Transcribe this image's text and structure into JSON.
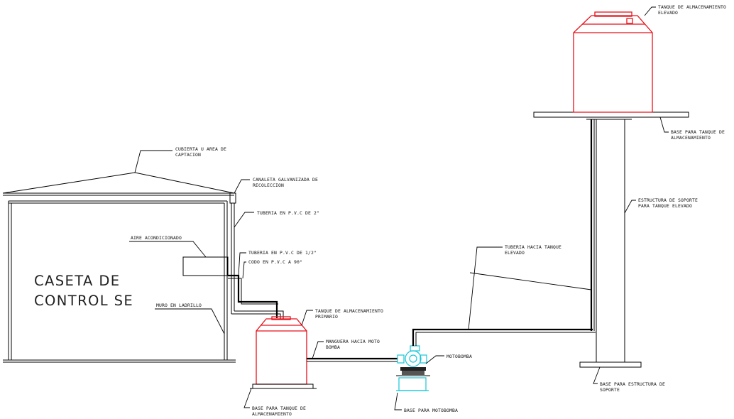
{
  "caseta": {
    "line1": "CASETA DE",
    "line2": "CONTROL SE"
  },
  "labels": {
    "cubierta": [
      "CUBIERTA U AREA DE",
      "CAPTACION"
    ],
    "canaleta": [
      "CANALETA GALVANIZADA DE",
      "RECOLECCION"
    ],
    "tuberia_2": [
      "TUBERIA EN P.V.C DE 2\""
    ],
    "aire": [
      "AIRE ACONDICIONADO"
    ],
    "tuberia_half": [
      "TUBERIA EN P.V.C DE 1/2\""
    ],
    "codo": [
      "CODO EN P.V.C A 90°"
    ],
    "muro": [
      "MURO EN LADRILLO"
    ],
    "tanque_primario": [
      "TANQUE DE ALMACENAMIENTO",
      "PRIMARIO"
    ],
    "manguera": [
      "MANGUERA HACIA MOTO",
      "BOMBA"
    ],
    "motobomba": [
      "MOTOBOMBA"
    ],
    "base_motobomba": [
      "BASE PARA MOTOBOMBA"
    ],
    "base_tanque_primario": [
      "BASE PARA TANQUE DE",
      "ALMACENAMIENTO"
    ],
    "tuberia_tanque_elevado": [
      "TUBERIA HACIA TANQUE",
      "ELEVADO"
    ],
    "tanque_elevado": [
      "TANQUE DE ALMACENAMIENTO",
      "ELEVADO"
    ],
    "base_tanque_elevado": [
      "BASE PARA TANQUE DE",
      "ALMACENAMIENTO"
    ],
    "estructura_soporte": [
      "ESTRUCTURA DE SOPORTE",
      "PARA TANQUE ELEVADO"
    ],
    "base_estructura": [
      "BASE PARA ESTRUCTURA DE",
      "SOPORTE"
    ]
  },
  "colors": {
    "tank": "#e8101a",
    "pump": "#16c6d8",
    "line": "#000000"
  }
}
